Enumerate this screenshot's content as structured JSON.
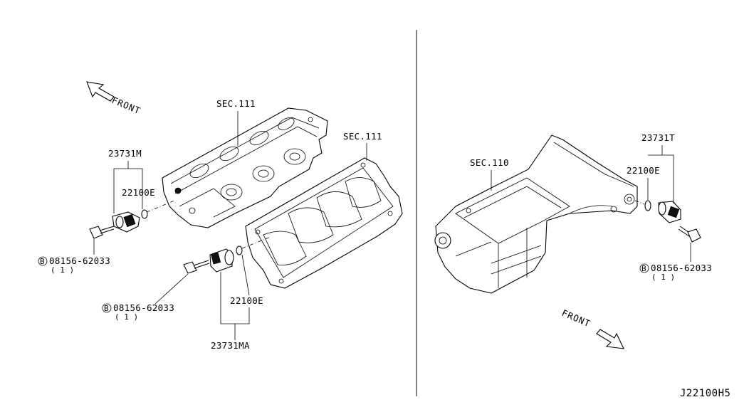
{
  "left_panel": {
    "front_label": "FRONT",
    "sec_head_upper": "SEC.111",
    "sec_head_lower": "SEC.111",
    "sensor_upper_part": "23731M",
    "oring_upper_part": "22100E",
    "bolt_upper_circle": "B",
    "bolt_upper_part": "08156-62033",
    "bolt_upper_qty": "( 1 )",
    "bolt_lower_circle": "B",
    "bolt_lower_part": "08156-62033",
    "bolt_lower_qty": "( 1 )",
    "oring_lower_part": "22100E",
    "sensor_lower_part": "23731MA"
  },
  "right_panel": {
    "front_label": "FRONT",
    "sec_block": "SEC.110",
    "sensor_part": "23731T",
    "oring_part": "22100E",
    "bolt_circle": "B",
    "bolt_part": "08156-62033",
    "bolt_qty": "( 1 )"
  },
  "diagram_code": "J22100H5"
}
